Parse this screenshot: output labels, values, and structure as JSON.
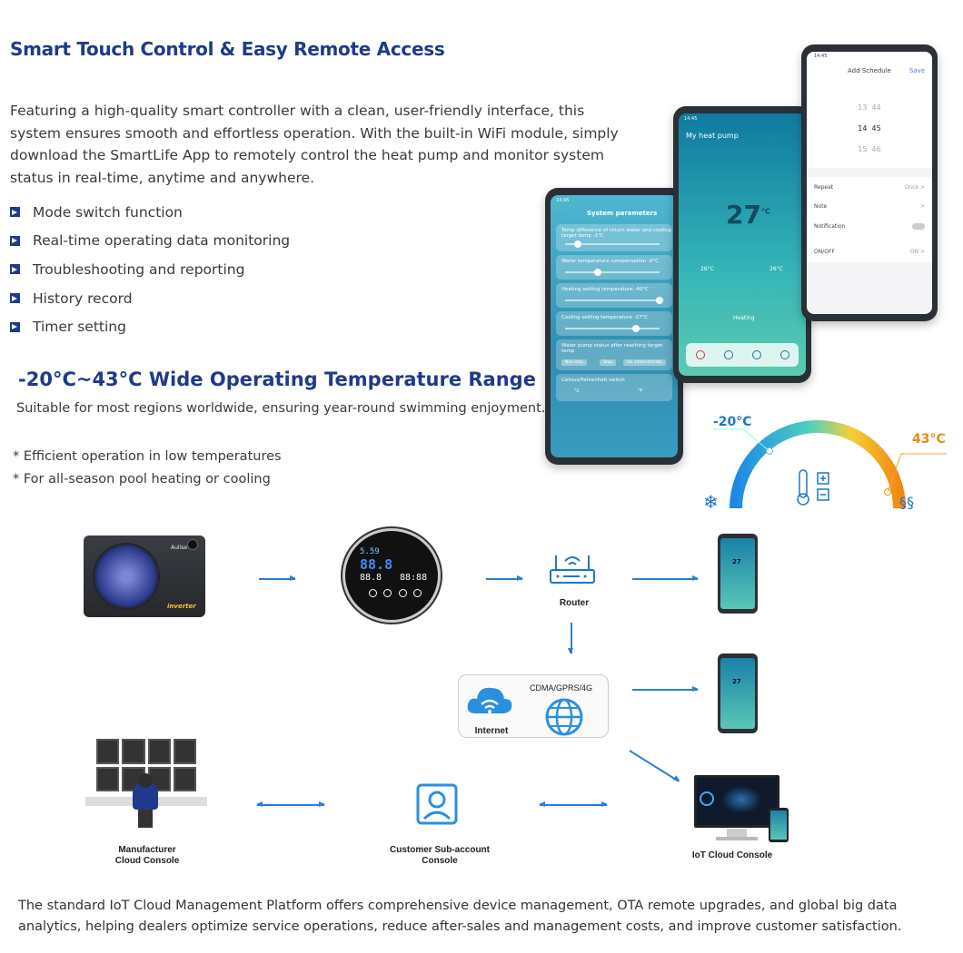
{
  "header": {
    "title": "Smart Touch Control & Easy Remote Access"
  },
  "intro": "Featuring a high-quality smart controller with a clean, user-friendly interface, this system ensures smooth and effortless operation. With the built-in WiFi module, simply download the  SmartLife App to remotely control the heat pump and monitor system status in real-time,  anytime and anywhere.",
  "features": [
    "Mode switch function",
    "Real-time operating data monitoring",
    "Troubleshooting and reporting",
    "History record",
    "Timer setting"
  ],
  "range": {
    "title": "-20°C~43°C Wide Operating Temperature Range",
    "subtitle": "Suitable for most regions worldwide, ensuring year-round swimming enjoyment.",
    "notes": [
      "* Efficient operation in low temperatures",
      "* For all-season pool heating or cooling"
    ],
    "min_label": "-20°C",
    "max_label": "43°C"
  },
  "app": {
    "params_title": "System parameters",
    "params": [
      "Temp difference of return water and cooling target temp -1°C",
      "Water temperature compensation -0°C",
      "Heating setting temperature -40°C",
      "Cooling setting temperature -27°C",
      "Water pump status after reaching target temp",
      "Celsius/Fahrenheit switch"
    ],
    "pump_options": [
      "Non stop",
      "Stop",
      "On intermittently"
    ],
    "unit_options": [
      "°C",
      "°F"
    ],
    "home_title": "My heat pump",
    "home_temp": "27",
    "home_temp_unit": "°C",
    "home_left_val": "26°C",
    "home_right_val": "26°C",
    "home_mode": "Heating",
    "schedule_title": "Add Schedule",
    "schedule_save": "Save",
    "schedule_rows": [
      [
        "13",
        "44"
      ],
      [
        "14",
        "45"
      ],
      [
        "15",
        "46"
      ]
    ],
    "schedule_options": [
      {
        "label": "Repeat",
        "value": "Once >"
      },
      {
        "label": "Note",
        "value": ">"
      },
      {
        "label": "Notification",
        "value": ""
      },
      {
        "label": "ON/OFF",
        "value": "ON >"
      }
    ],
    "status_time": "14:45"
  },
  "diagram": {
    "router": "Router",
    "cdma": "CDMA/GPRS/4G",
    "internet": "Internet",
    "mini_temp": "27",
    "manufacturer": [
      "Manufacturer",
      "Cloud Console"
    ],
    "customer": [
      "Customer Sub-account",
      "Console"
    ],
    "iot": "IoT Cloud Console",
    "unit_brand": "Aulise",
    "unit_badge": "inverter",
    "controller_top": "5.59",
    "controller_main": "88.8",
    "controller_bottom": "88.8",
    "controller_right": "88:88"
  },
  "footer": "The standard IoT Cloud Management Platform offers comprehensive device management, OTA remote upgrades, and global big data analytics, helping dealers optimize service operations, reduce after-sales and management costs, and improve customer satisfaction.",
  "colors": {
    "brand": "#1f3a8a",
    "arrow": "#2a7fd4",
    "cold": "#1e76c8",
    "hot": "#e98a14"
  }
}
